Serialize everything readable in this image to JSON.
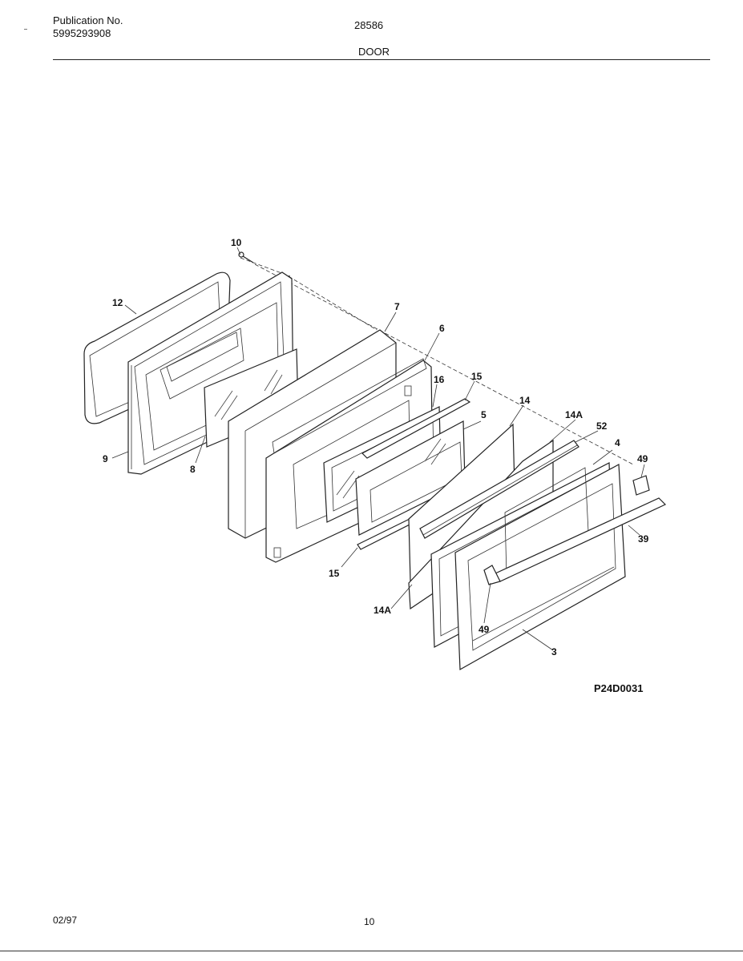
{
  "header": {
    "publication_label": "Publication No.",
    "publication_number": "5995293908",
    "model": "28586",
    "section": "DOOR"
  },
  "diagram": {
    "reference_code": "P24D0031",
    "callouts": {
      "c10": "10",
      "c12": "12",
      "c7": "7",
      "c6": "6",
      "c16": "16",
      "c15a": "15",
      "c14": "14",
      "c14Aa": "14A",
      "c52": "52",
      "c5": "5",
      "c4": "4",
      "c49a": "49",
      "c9": "9",
      "c8": "8",
      "c39": "39",
      "c15b": "15",
      "c14Ab": "14A",
      "c49b": "49",
      "c3": "3"
    }
  },
  "footer": {
    "date": "02/97",
    "page": "10"
  }
}
